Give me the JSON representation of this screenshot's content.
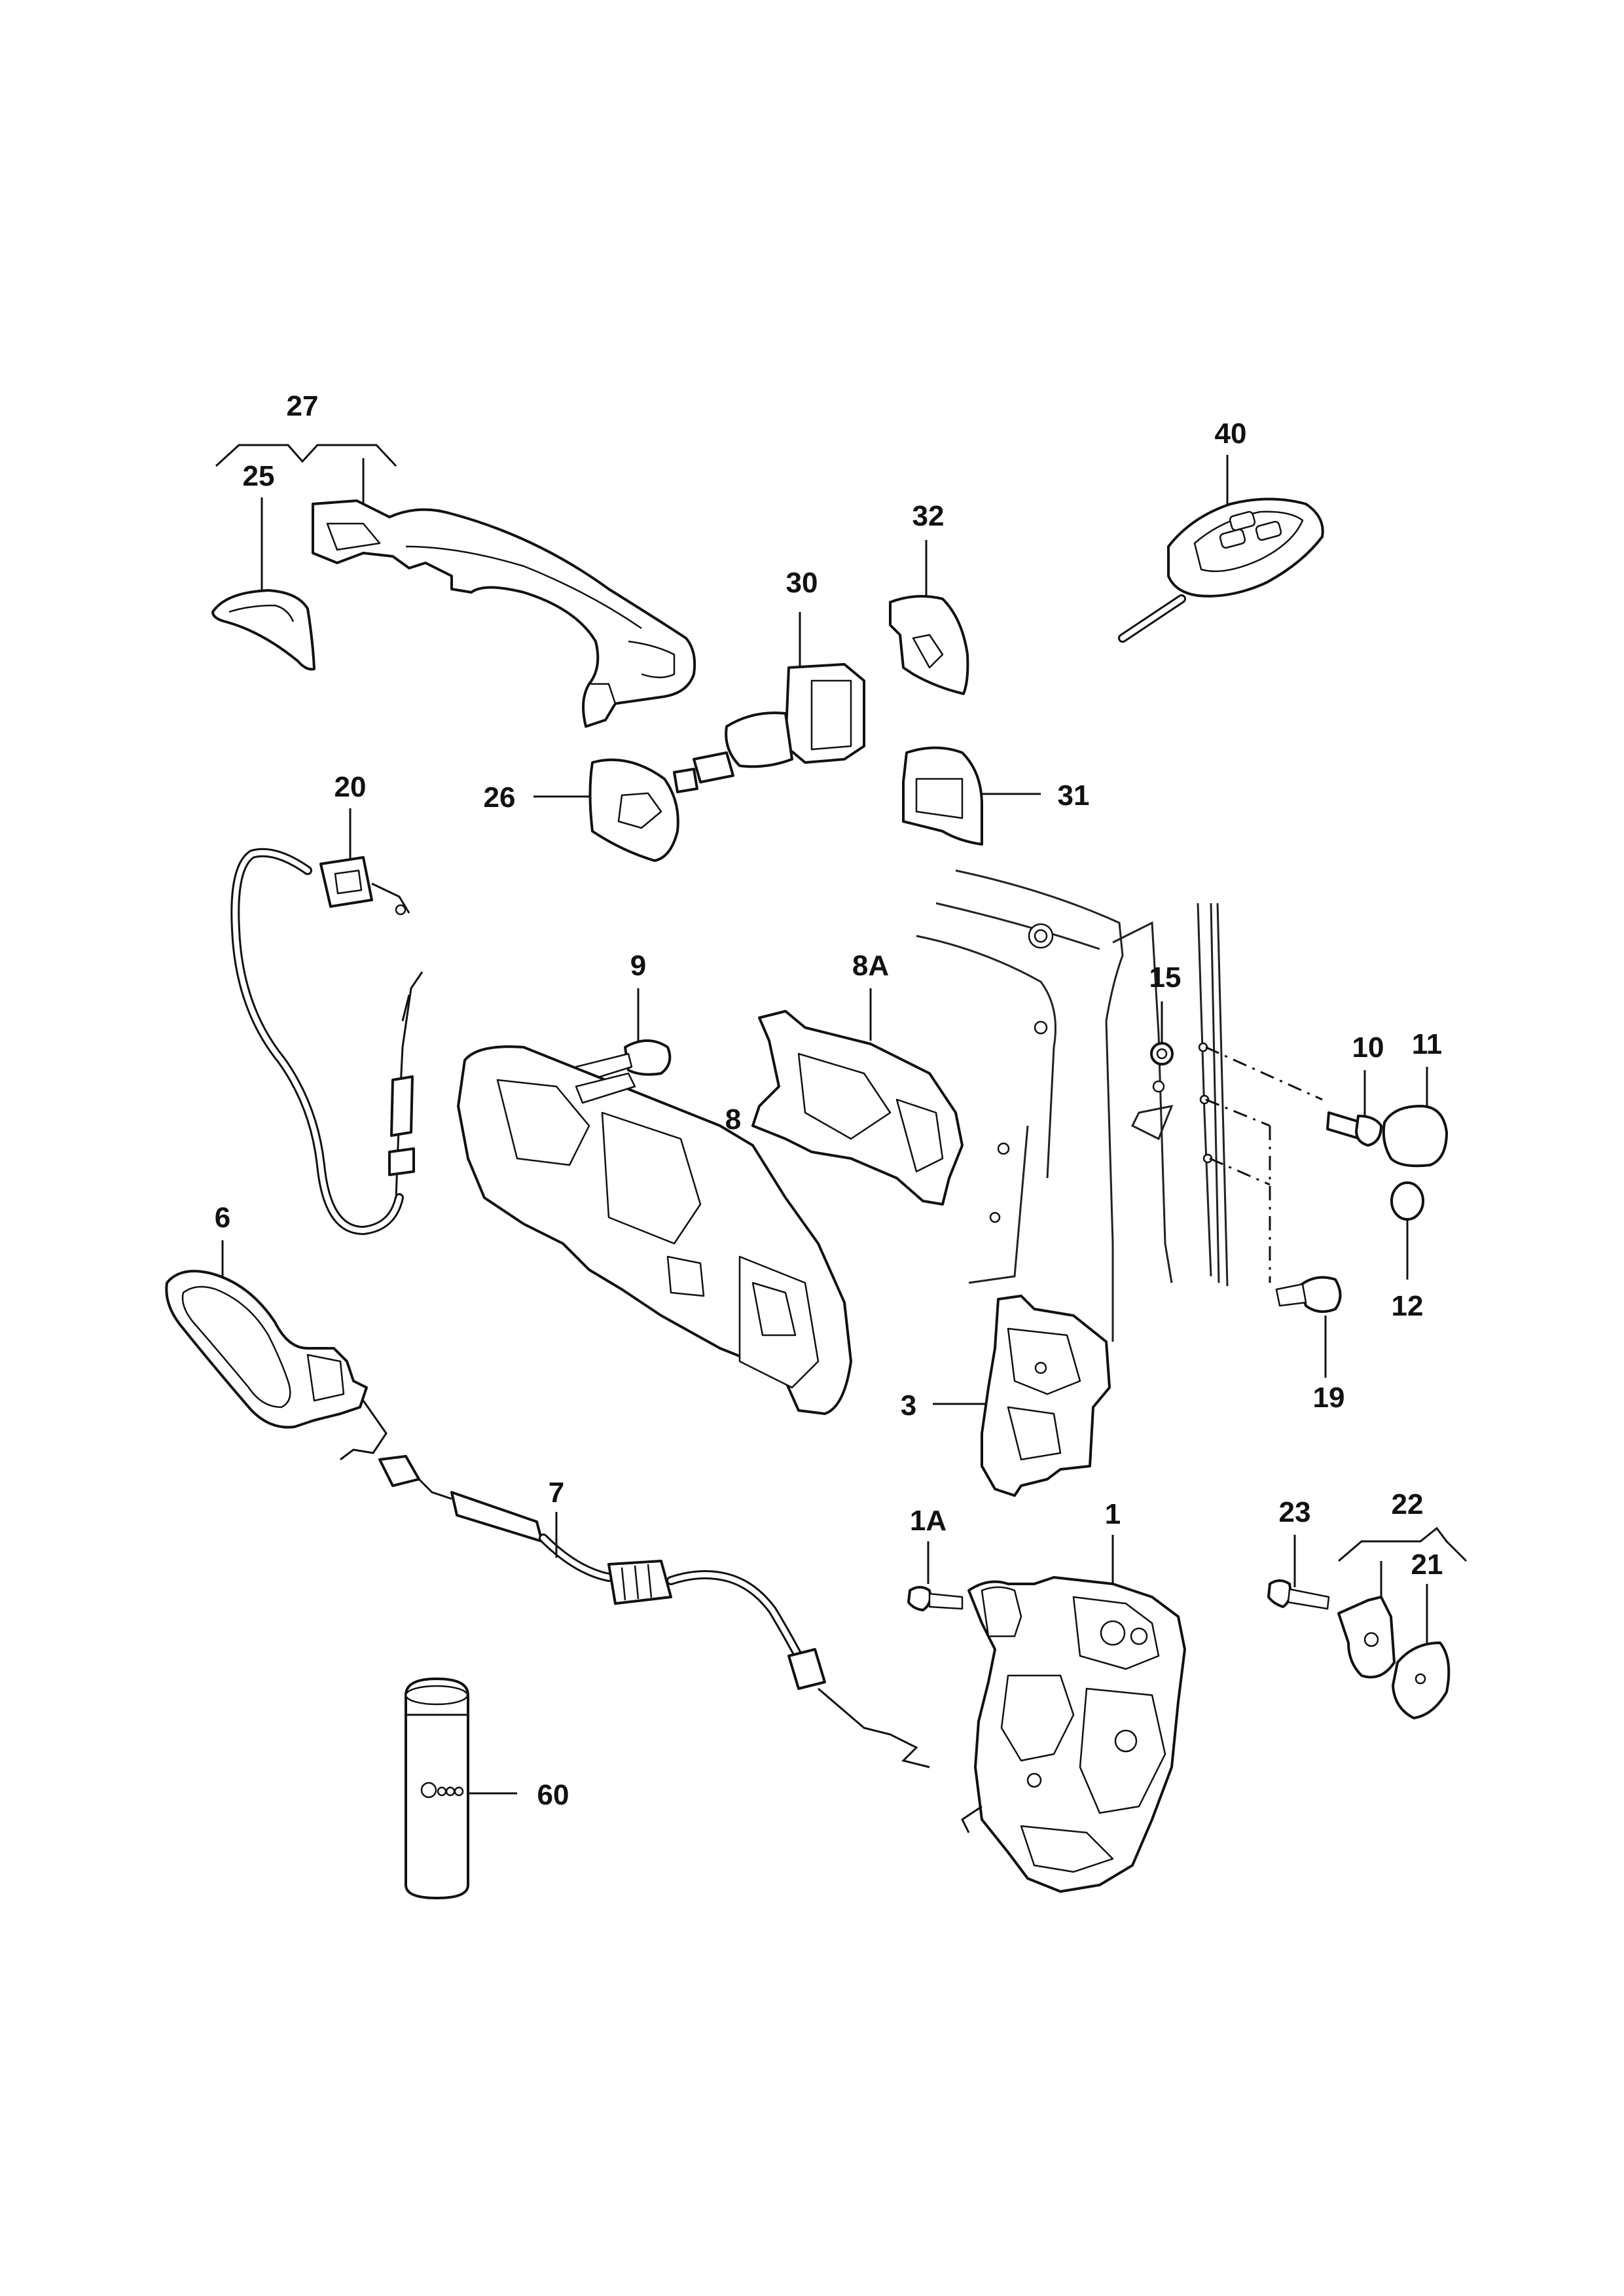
{
  "labels": {
    "p1": "1",
    "p1a": "1A",
    "p3": "3",
    "p6": "6",
    "p7": "7",
    "p8": "8",
    "p8a": "8A",
    "p9": "9",
    "p10": "10",
    "p11": "11",
    "p12": "12",
    "p15": "15",
    "p19": "19",
    "p20": "20",
    "p21": "21",
    "p22": "22",
    "p23": "23",
    "p25": "25",
    "p26": "26",
    "p27": "27",
    "p30": "30",
    "p31": "31",
    "p32": "32",
    "p40": "40",
    "p60": "60"
  },
  "colors": {
    "line": "#111111",
    "background": "#ffffff"
  }
}
